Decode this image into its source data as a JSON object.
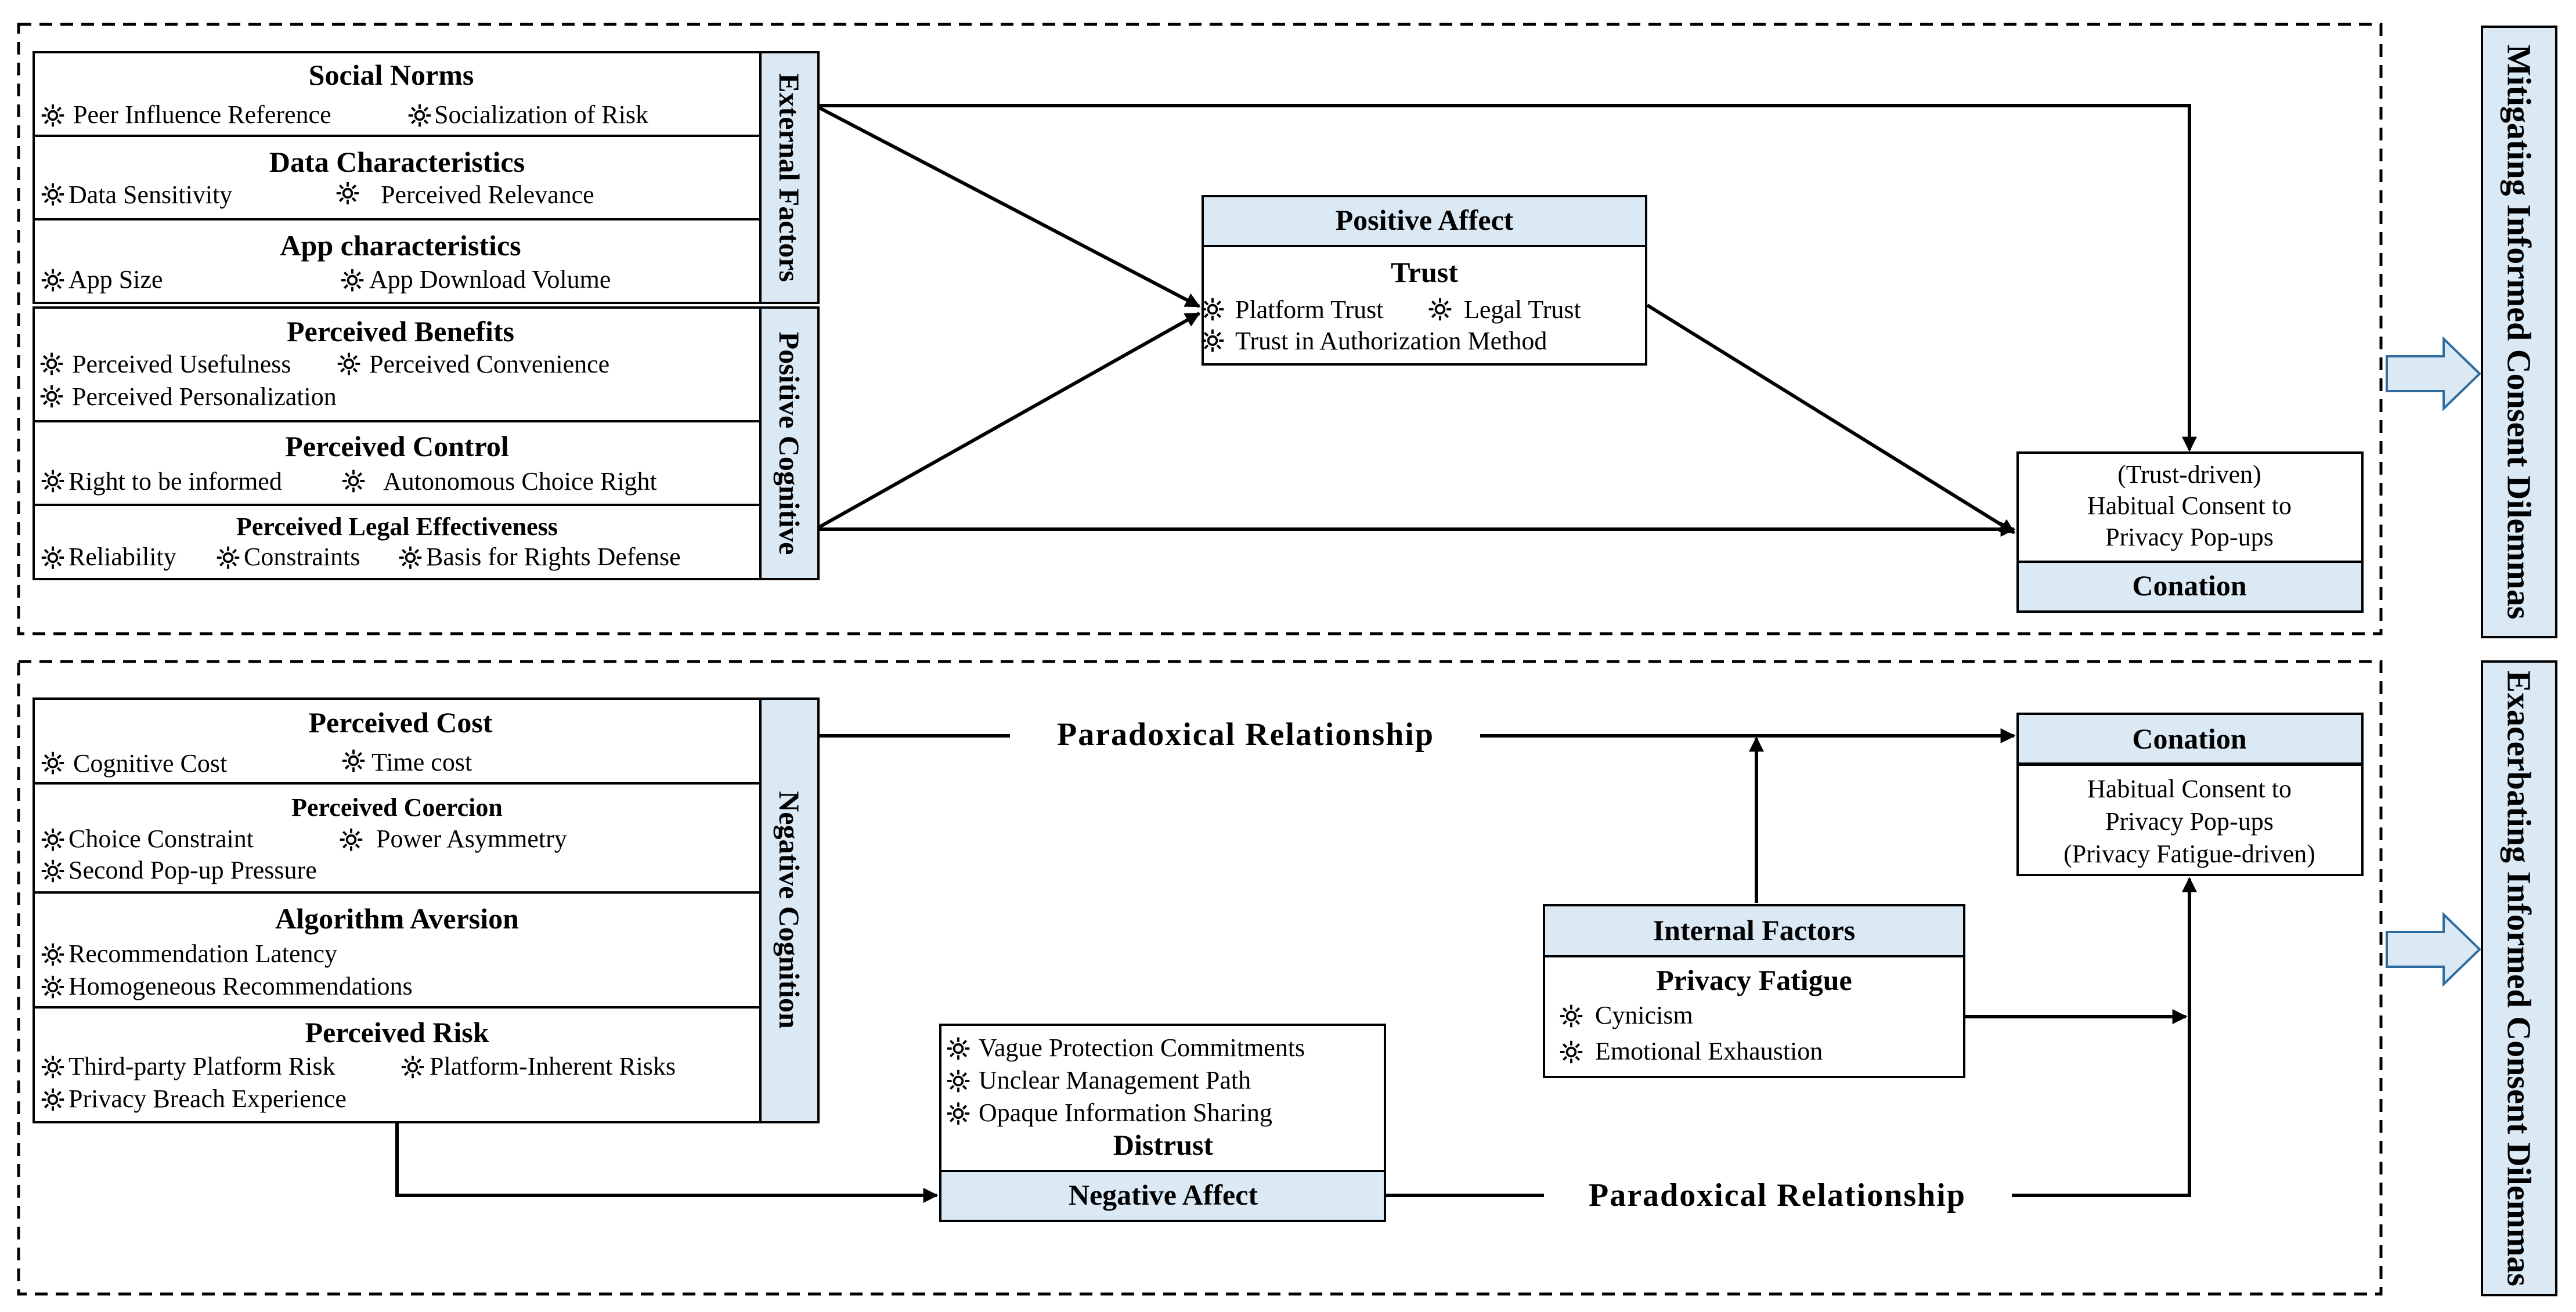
{
  "upper": {
    "external": {
      "side_label": "External Factors",
      "groups": [
        {
          "title": "Social Norms",
          "lines": [
            [
              "Peer Influence Reference",
              "Socialization of Risk"
            ]
          ]
        },
        {
          "title": "Data Characteristics",
          "lines": [
            [
              "Data Sensitivity",
              "Perceived Relevance"
            ]
          ]
        },
        {
          "title": "App characteristics",
          "lines": [
            [
              "App Size",
              "App Download Volume"
            ]
          ]
        }
      ]
    },
    "positive_cognitive": {
      "side_label": "Positive Cognitive",
      "groups": [
        {
          "title": "Perceived Benefits",
          "lines": [
            [
              "Perceived Usefulness",
              "Perceived Convenience"
            ],
            [
              "Perceived Personalization"
            ]
          ]
        },
        {
          "title": "Perceived Control",
          "lines": [
            [
              "Right to be informed",
              "Autonomous Choice Right"
            ]
          ]
        },
        {
          "title": "Perceived Legal Effectiveness",
          "lines": [
            [
              "Reliability",
              "Constraints",
              "Basis for Rights Defense"
            ]
          ]
        }
      ]
    },
    "positive_affect": {
      "header": "Positive Affect",
      "title": "Trust",
      "line1": [
        "Platform Trust",
        "Legal Trust"
      ],
      "line2": [
        "Trust in Authorization Method"
      ]
    },
    "conation": {
      "text": [
        "(Trust-driven)",
        "Habitual Consent to",
        "Privacy Pop-ups"
      ],
      "label": "Conation"
    },
    "side_label": "Mitigating Informed Consent Dilemmas"
  },
  "lower": {
    "negative_cognition": {
      "side_label": "Negative Cognition",
      "groups": [
        {
          "title": "Perceived Cost",
          "lines": [
            [
              "Cognitive Cost",
              "Time cost"
            ]
          ]
        },
        {
          "title": "Perceived Coercion",
          "lines": [
            [
              "Choice Constraint",
              "Power Asymmetry"
            ],
            [
              "Second Pop-up Pressure"
            ]
          ]
        },
        {
          "title": "Algorithm Aversion",
          "lines": [
            [
              "Recommendation Latency"
            ],
            [
              "Homogeneous Recommendations"
            ]
          ]
        },
        {
          "title": "Perceived Risk",
          "lines": [
            [
              "Third-party Platform Risk",
              "Platform-Inherent Risks"
            ],
            [
              "Privacy Breach Experience"
            ]
          ]
        }
      ]
    },
    "negative_affect": {
      "items": [
        "Vague Protection Commitments",
        "Unclear Management Path",
        "Opaque Information Sharing"
      ],
      "title": "Distrust",
      "label": "Negative Affect"
    },
    "internal": {
      "header": "Internal Factors",
      "title": "Privacy Fatigue",
      "items": [
        "Cynicism",
        "Emotional Exhaustion"
      ]
    },
    "conation": {
      "label": "Conation",
      "text": [
        "Habitual Consent to",
        "Privacy Pop-ups",
        "(Privacy Fatigue-driven)"
      ]
    },
    "paradox_top": "Paradoxical Relationship",
    "paradox_bottom": "Paradoxical Relationship",
    "side_label": "Exacerbating Informed Consent Dilemmas"
  },
  "colors": {
    "fill": "#dbe9f5",
    "stroke": "#000000",
    "arrow_fill": "#dbe9f5",
    "arrow_stroke": "#2e6b9e"
  }
}
